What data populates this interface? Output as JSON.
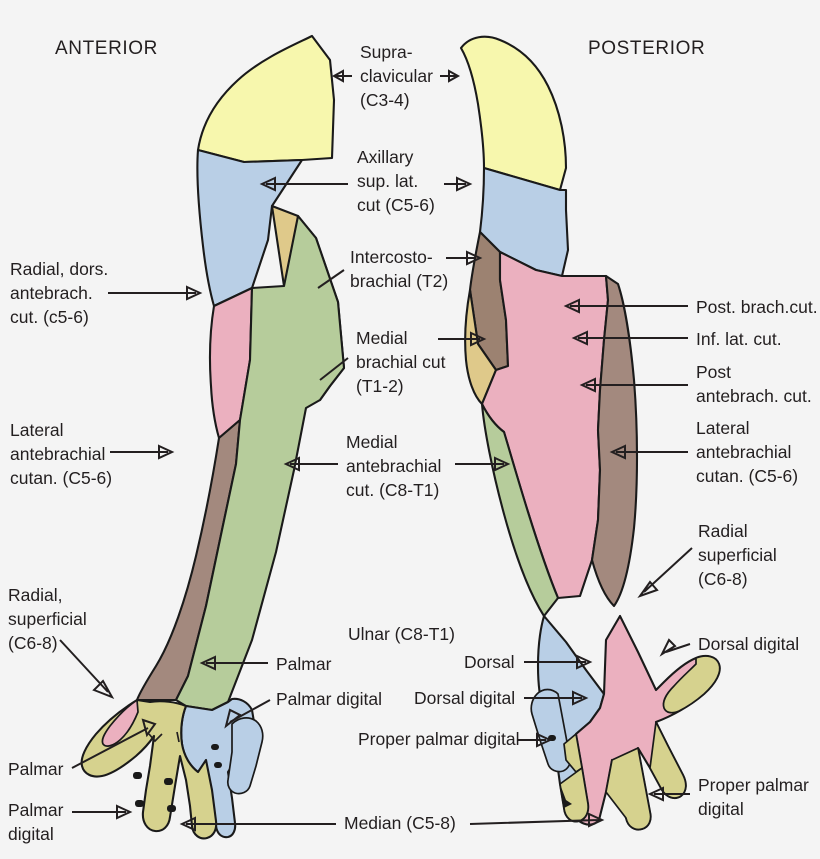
{
  "figure": {
    "title_left": "ANTERIOR",
    "title_right": "POSTERIOR",
    "background": "#f4f4f4",
    "outline_color": "#1a1a1a"
  },
  "palette": {
    "supraclavicular_yellow": "#F7F7AD",
    "axillary_blue": "#B9CFE6",
    "radial_dorsal_pink": "#EBB0BF",
    "medial_brachial_khaki": "#DFC98A",
    "intercostobrachial_brown": "#9C8271",
    "lateral_antebrachial_brown": "#A3897E",
    "medial_antebrachial_green": "#B6CC9B",
    "ulnar_blue": "#B9CFE6",
    "median_olive": "#D6D28E",
    "radial_superficial_pink": "#EBB0BF",
    "posterior_pink": "#EBB0BF"
  },
  "labels": {
    "center": [
      {
        "id": "supraclavicular",
        "lines": [
          "Supra-",
          "clavicular",
          "(C3-4)"
        ],
        "arrows": "both"
      },
      {
        "id": "axillary",
        "lines": [
          "Axillary",
          "sup. lat.",
          "cut (C5-6)"
        ],
        "arrows": "both"
      },
      {
        "id": "intercostobrachial",
        "lines": [
          "Intercosto-",
          "brachial (T2)"
        ],
        "arrows": "both"
      },
      {
        "id": "medial-brachial-cut",
        "lines": [
          "Medial",
          "brachial cut",
          "(T1-2)"
        ],
        "arrows": "both"
      },
      {
        "id": "medial-antebrachial-cut",
        "lines": [
          "Medial",
          "antebrachial",
          "cut. (C8-T1)"
        ],
        "arrows": "both"
      },
      {
        "id": "ulnar",
        "lines": [
          "Ulnar (C8-T1)"
        ],
        "arrows": "none"
      },
      {
        "id": "median",
        "lines": [
          "Median (C5-8)"
        ],
        "arrows": "both"
      }
    ],
    "left": [
      {
        "id": "radial-dorsal-antebrachial-cut",
        "lines": [
          "Radial, dors.",
          "antebrach.",
          "cut. (c5-6)"
        ]
      },
      {
        "id": "lateral-antebrachial-cutan",
        "lines": [
          "Lateral",
          "antebrachial",
          "cutan. (C5-6)"
        ]
      },
      {
        "id": "radial-superficial",
        "lines": [
          "Radial,",
          "superficial",
          "(C6-8)"
        ]
      },
      {
        "id": "palmar-left",
        "lines": [
          "Palmar"
        ]
      },
      {
        "id": "palmar-digital-left",
        "lines": [
          "Palmar",
          "digital"
        ]
      }
    ],
    "right": [
      {
        "id": "post-brach-cut",
        "lines": [
          "Post. brach.cut."
        ]
      },
      {
        "id": "inf-lat-cut",
        "lines": [
          "Inf. lat. cut."
        ]
      },
      {
        "id": "post-antebrach-cut",
        "lines": [
          "Post",
          "antebrach. cut."
        ]
      },
      {
        "id": "lateral-antebrachial-cutan-right",
        "lines": [
          "Lateral",
          "antebrachial",
          "cutan. (C5-6)"
        ]
      },
      {
        "id": "radial-superficial-right",
        "lines": [
          "Radial",
          "superficial",
          "(C6-8)"
        ]
      },
      {
        "id": "dorsal-digital-right",
        "lines": [
          "Dorsal digital"
        ]
      },
      {
        "id": "proper-palmar-digital-right",
        "lines": [
          "Proper palmar",
          "digital"
        ]
      }
    ],
    "inner_left_of_right_arm": [
      {
        "id": "dorsal",
        "lines": [
          "Dorsal"
        ]
      },
      {
        "id": "dorsal-digital",
        "lines": [
          "Dorsal digital"
        ]
      },
      {
        "id": "proper-palmar-digital",
        "lines": [
          "Proper palmar digital"
        ]
      }
    ],
    "inner_right_of_left_arm": [
      {
        "id": "palmar",
        "lines": [
          "Palmar"
        ]
      },
      {
        "id": "palmar-digital",
        "lines": [
          "Palmar digital"
        ]
      }
    ]
  }
}
